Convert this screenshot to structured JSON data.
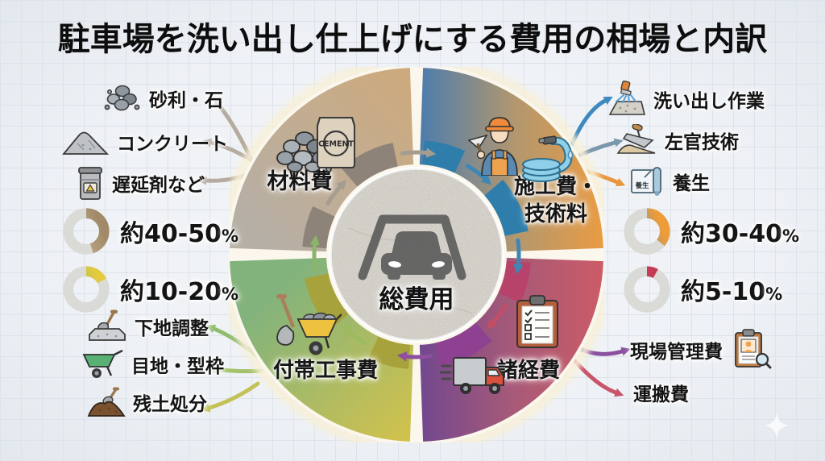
{
  "title": "駐車場を洗い出し仕上げにする費用の相場と内訳",
  "center": {
    "label": "総費用"
  },
  "quadrants": {
    "materials": {
      "label": "材料費"
    },
    "construction": {
      "label_line1": "施工費・",
      "label_line2": "技術料"
    },
    "incidental": {
      "label": "付帯工事費"
    },
    "overhead": {
      "label": "諸経費"
    }
  },
  "left_column": {
    "materials_items": [
      {
        "label": "砂利・石"
      },
      {
        "label": "コンクリート"
      },
      {
        "label": "遅延剤など"
      }
    ],
    "works_items": [
      {
        "label": "下地調整"
      },
      {
        "label": "目地・型枠"
      },
      {
        "label": "残土処分"
      }
    ]
  },
  "right_column": {
    "work_items": [
      {
        "label": "洗い出し作業"
      },
      {
        "label": "左官技術"
      },
      {
        "label": "養生",
        "icon_label": "養生"
      }
    ],
    "expense_items": [
      {
        "label": "現場管理費"
      },
      {
        "label": "運搬費"
      }
    ]
  },
  "stats": {
    "materials": {
      "label": "約40-50",
      "unit": "%",
      "fraction": 0.45,
      "color_from": "#cfc0a0",
      "color_to": "#a18a67"
    },
    "construction": {
      "label": "約30-40",
      "unit": "%",
      "fraction": 0.36,
      "color_from": "#4a92c6",
      "color_to": "#ee9c3a"
    },
    "incidental": {
      "label": "約10-20",
      "unit": "%",
      "fraction": 0.17,
      "color_from": "#7cc05f",
      "color_to": "#e5c93f"
    },
    "overhead": {
      "label": "約5-10",
      "unit": "%",
      "fraction": 0.08,
      "color_from": "#d8415f",
      "color_to": "#c23a55"
    }
  },
  "icons": {
    "cement_bag_label": "CEMENT"
  },
  "colors": {
    "materials_grad": [
      "#b6afa5",
      "#cdaa7e"
    ],
    "construction_grad": [
      "#4f7dab",
      "#b2976f",
      "#ec9c41"
    ],
    "incidental_grad": [
      "#83b37c",
      "#d3c24c"
    ],
    "overhead_grad": [
      "#73488e",
      "#a85a77",
      "#cd5b66"
    ],
    "ring_materials": "#8d8379",
    "ring_construction": "#2e7dab",
    "ring_incidental": "#a7a23b",
    "ring_overhead_a": "#b7436a",
    "ring_overhead_b": "#8e4190",
    "arrow_materials": "#a59c90",
    "arrow_construction": "#3e86b6",
    "arrow_overhead_a": "#c24e66",
    "arrow_overhead_b": "#8d4f9e",
    "arrow_incidental_a": "#9cbb5f",
    "arrow_incidental_b": "#8bb56a",
    "connector_materials": "#b5ab9e",
    "connector_construction": [
      "#3e8ac0",
      "#7b97ad",
      "#e8973f"
    ],
    "connector_incidental": [
      "#8fbc6d",
      "#a5c26a",
      "#c3c257"
    ],
    "connector_overhead": [
      "#8b4fa0",
      "#c9556a"
    ],
    "glow": "#f8f0d8",
    "donut_track": "#dadad7"
  },
  "chart_data": {
    "type": "pie",
    "title": "総費用",
    "categories": [
      "材料費",
      "施工費・技術料",
      "付帯工事費",
      "諸経費"
    ],
    "range_labels": [
      "約40-50%",
      "約30-40%",
      "約10-20%",
      "約5-10%"
    ],
    "values": [
      45,
      35,
      15,
      8
    ]
  }
}
